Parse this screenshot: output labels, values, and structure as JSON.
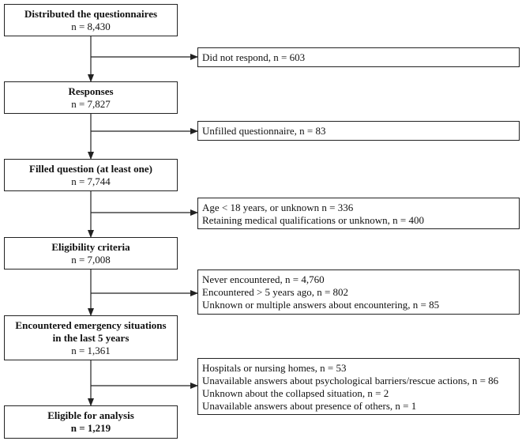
{
  "steps": [
    {
      "title": "Distributed the questionnaires",
      "count": "n = 8,430"
    },
    {
      "title": "Responses",
      "count": "n = 7,827"
    },
    {
      "title": "Filled question (at least one)",
      "count": "n = 7,744"
    },
    {
      "title": "Eligibility criteria",
      "count": "n = 7,008"
    },
    {
      "title": "Encountered emergency situations",
      "title_line2": "in the last 5 years",
      "count": "n = 1,361"
    },
    {
      "title": "Eligible for analysis",
      "count": "n = 1,219"
    }
  ],
  "exclusions": [
    {
      "lines": [
        "Did not respond, n = 603"
      ]
    },
    {
      "lines": [
        "Unfilled questionnaire, n = 83"
      ]
    },
    {
      "lines": [
        "Age < 18 years, or unknown n = 336",
        "Retaining medical qualifications or unknown, n = 400"
      ]
    },
    {
      "lines": [
        "Never encountered, n = 4,760",
        "Encountered > 5 years ago, n = 802",
        "Unknown or multiple answers about encountering, n = 85"
      ]
    },
    {
      "lines": [
        "Hospitals or nursing homes, n = 53",
        "Unavailable answers about psychological barriers/rescue actions, n = 86",
        "Unknown about the collapsed situation, n = 2",
        "Unavailable answers about presence of others, n = 1"
      ]
    }
  ]
}
